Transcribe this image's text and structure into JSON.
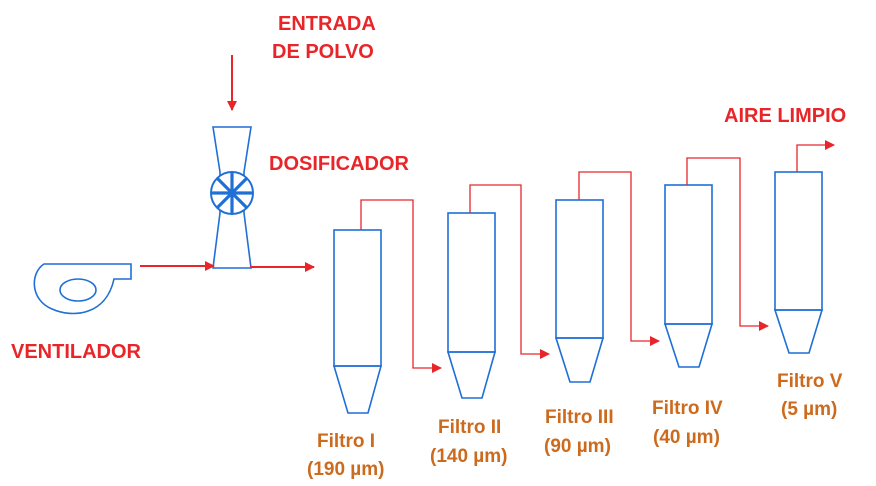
{
  "labels": {
    "inlet_line1": "ENTRADA",
    "inlet_line2": "DE POLVO",
    "doser": "DOSIFICADOR",
    "fan": "VENTILADOR",
    "outlet": "AIRE LIMPIO"
  },
  "filters": [
    {
      "name": "Filtro I",
      "size": "(190 µm)"
    },
    {
      "name": "Filtro II",
      "size": "(140 µm)"
    },
    {
      "name": "Filtro III",
      "size": "(90 µm)"
    },
    {
      "name": "Filtro IV",
      "size": "(40 µm)"
    },
    {
      "name": "Filtro V",
      "size": "(5 µm)"
    }
  ],
  "colors": {
    "equipment": "#1e6fd6",
    "flow": "#e8262a",
    "filter_label": "#cc6a1e"
  }
}
